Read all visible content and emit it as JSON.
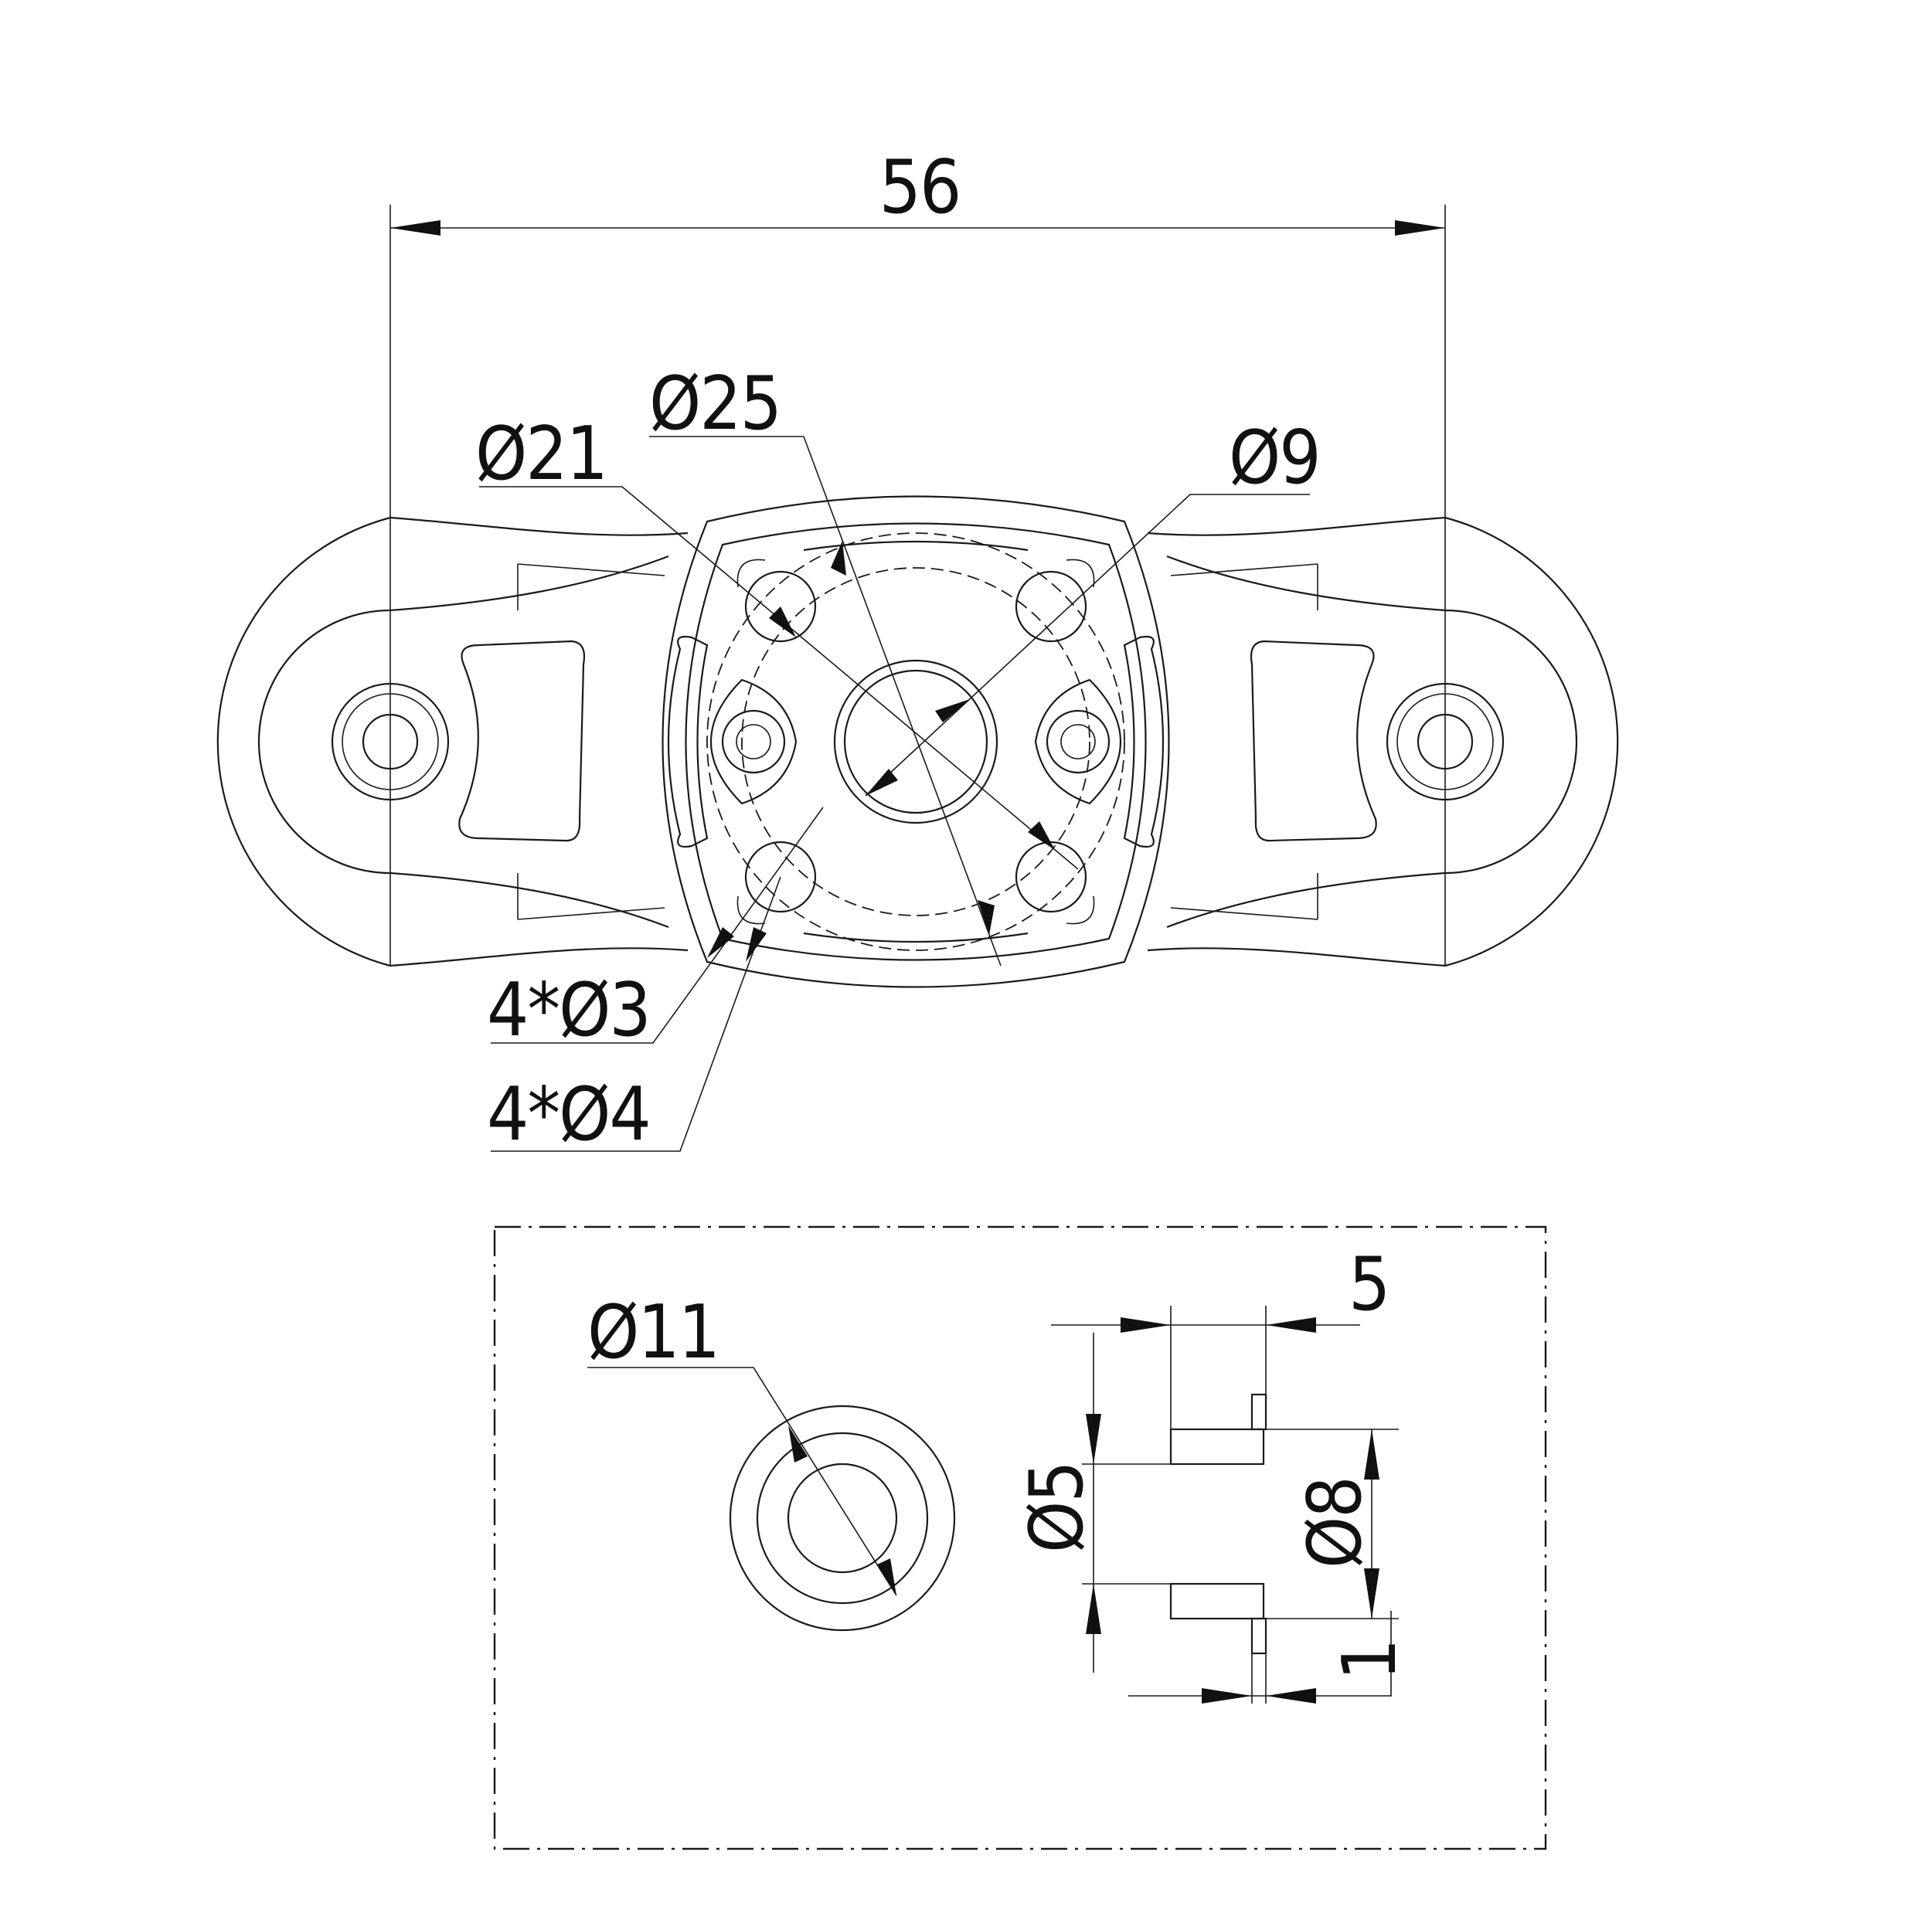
{
  "main_view": {
    "dim_overall_width": "56",
    "dim_center_hole": "Ø25",
    "dim_bolt_circle": "Ø21",
    "dim_hub": "Ø9",
    "dim_small_holes": "4*Ø3",
    "dim_counterbores": "4*Ø4"
  },
  "detail_view": {
    "dim_flange_diameter": "Ø11",
    "dim_length": "5",
    "dim_bore": "Ø5",
    "dim_outer": "Ø8",
    "dim_flange_thickness": "1"
  }
}
